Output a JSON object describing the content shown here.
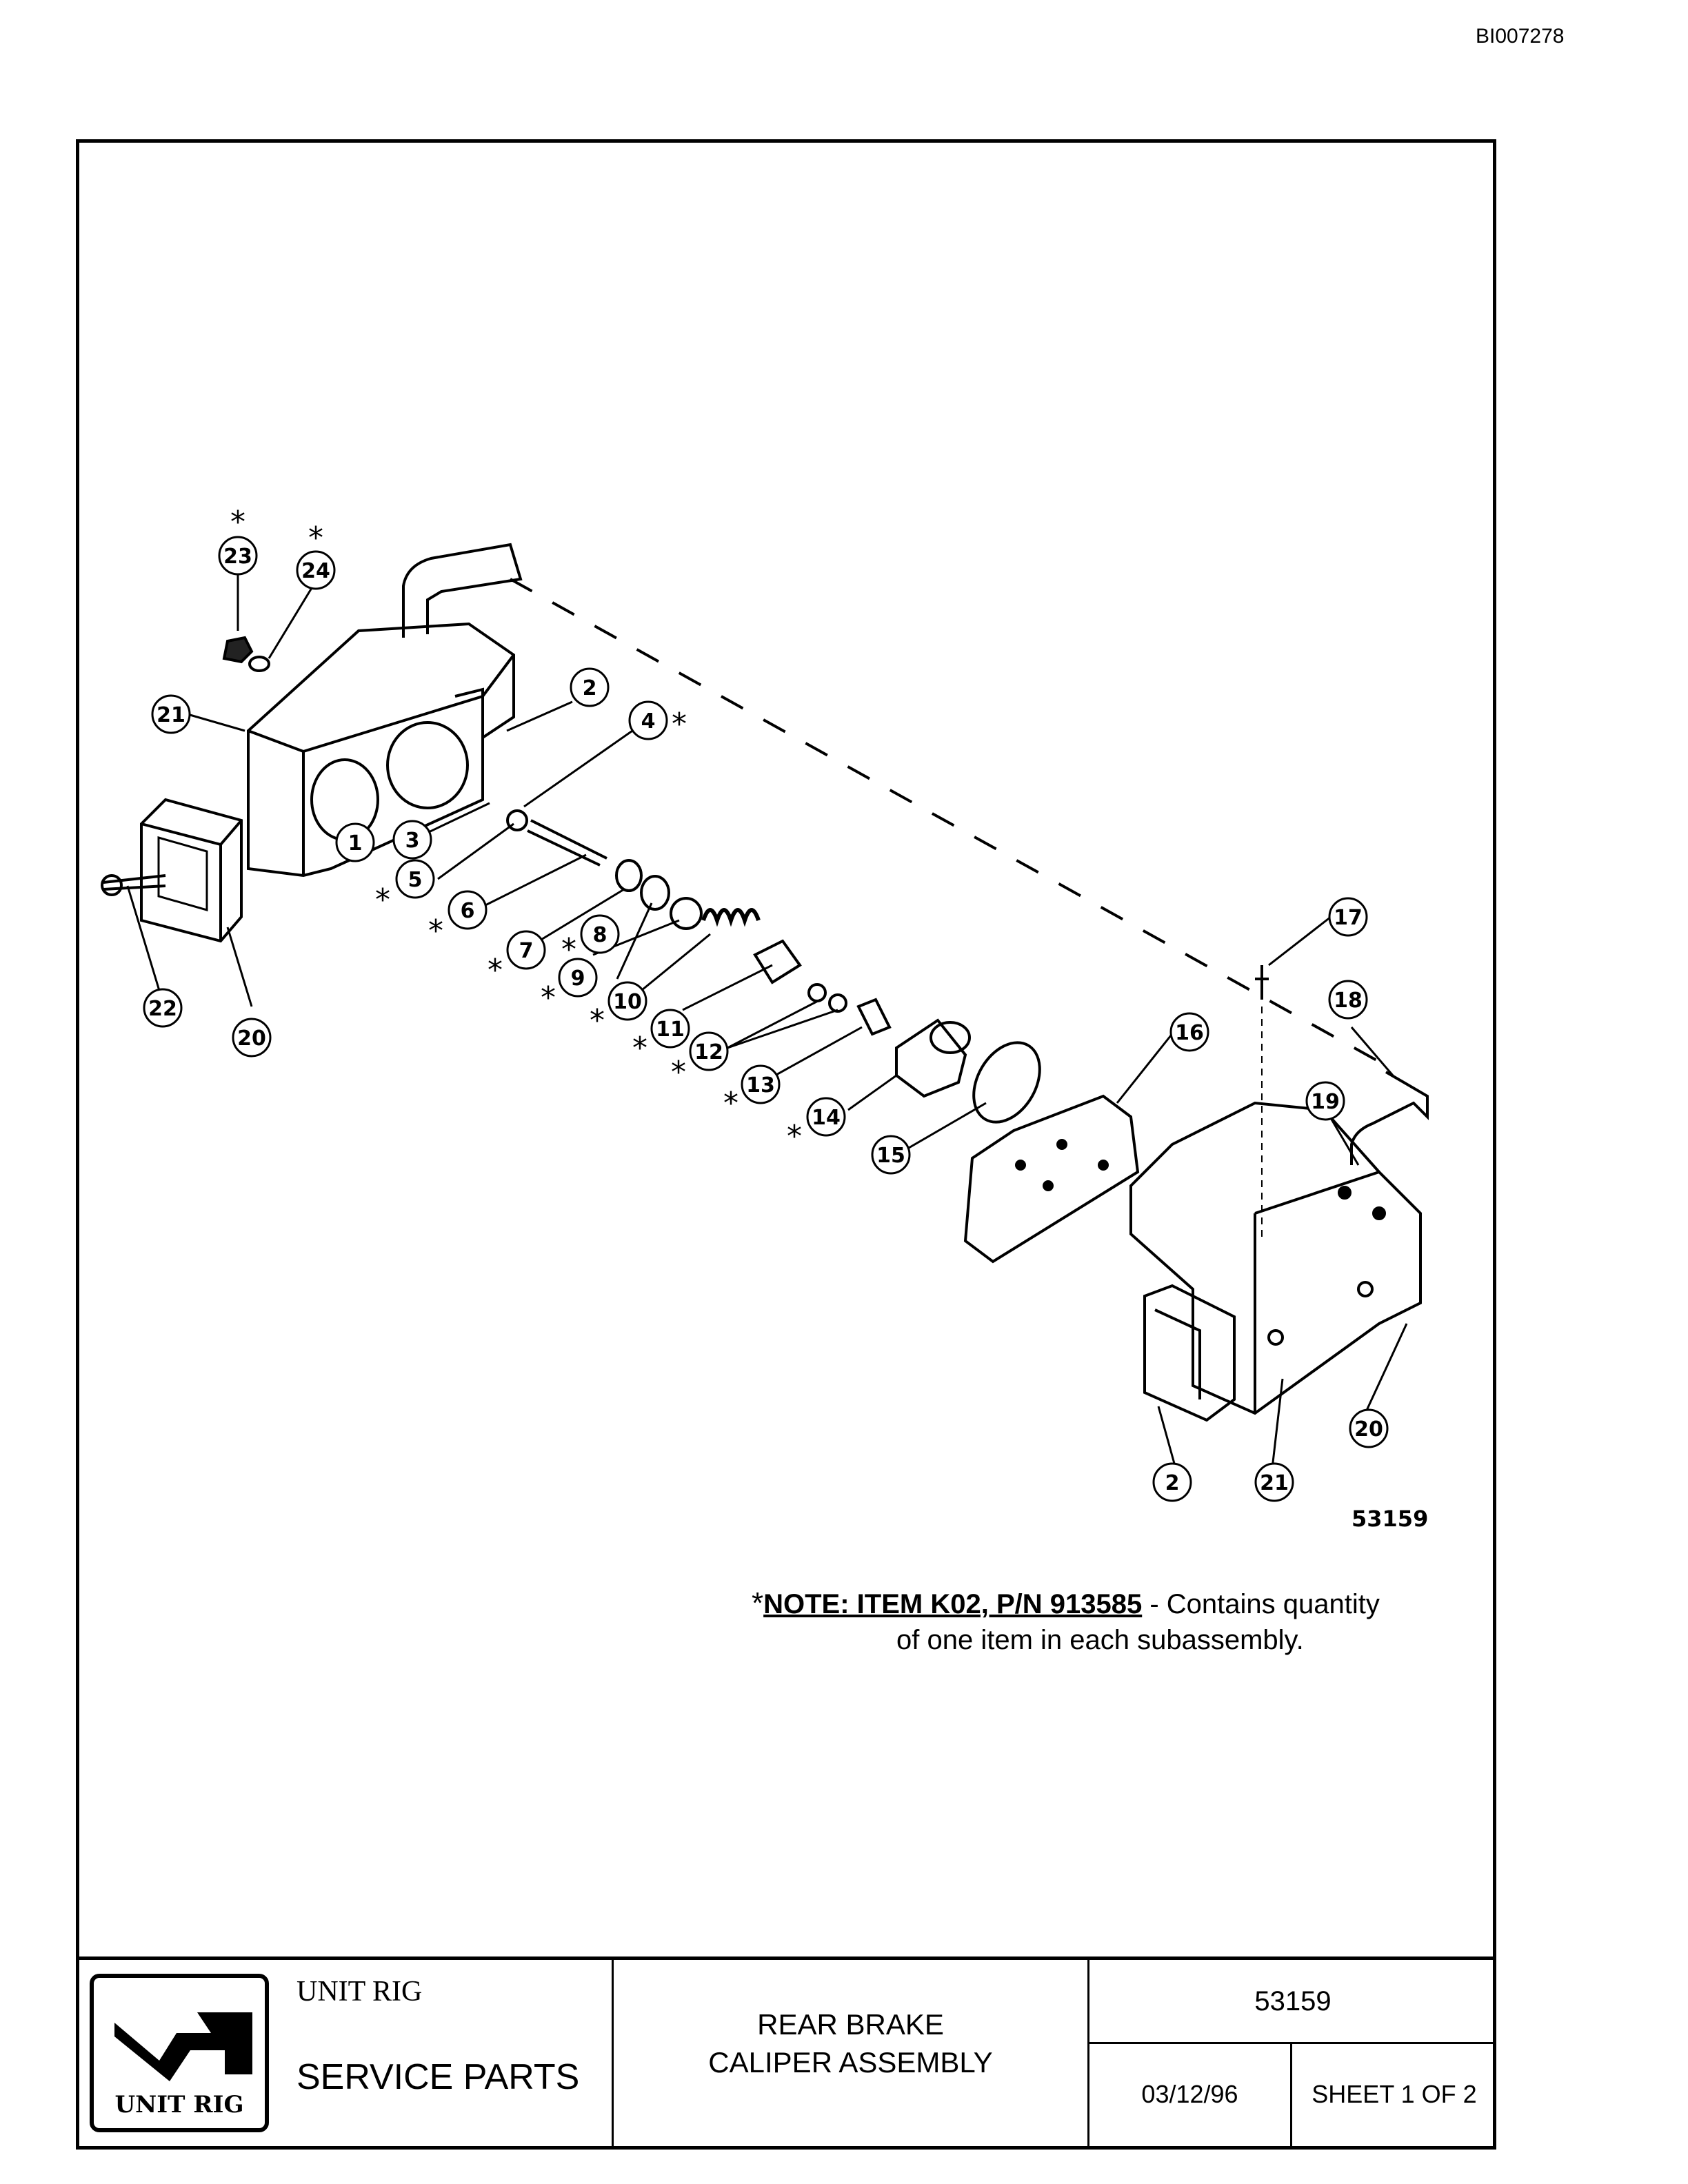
{
  "doc_id": "BI007278",
  "figure_number": "53159",
  "callouts": [
    "1",
    "2",
    "3",
    "4",
    "5",
    "6",
    "7",
    "8",
    "9",
    "10",
    "11",
    "12",
    "13",
    "14",
    "15",
    "16",
    "17",
    "18",
    "19",
    "20",
    "21",
    "22",
    "23",
    "24"
  ],
  "star": "*",
  "note": {
    "star": "*",
    "heading": "NOTE:  ITEM K02, P/N 913585",
    "text1": " - Contains quantity",
    "text2": "of one item in each subassembly."
  },
  "title_block": {
    "brand": "UNIT RIG",
    "logo_text": "UNIT RIG",
    "service": "SERVICE PARTS",
    "title_line1": "REAR BRAKE",
    "title_line2": "CALIPER ASSEMBLY",
    "drawing_number": "53159",
    "date": "03/12/96",
    "sheet": "SHEET 1 OF 2"
  }
}
